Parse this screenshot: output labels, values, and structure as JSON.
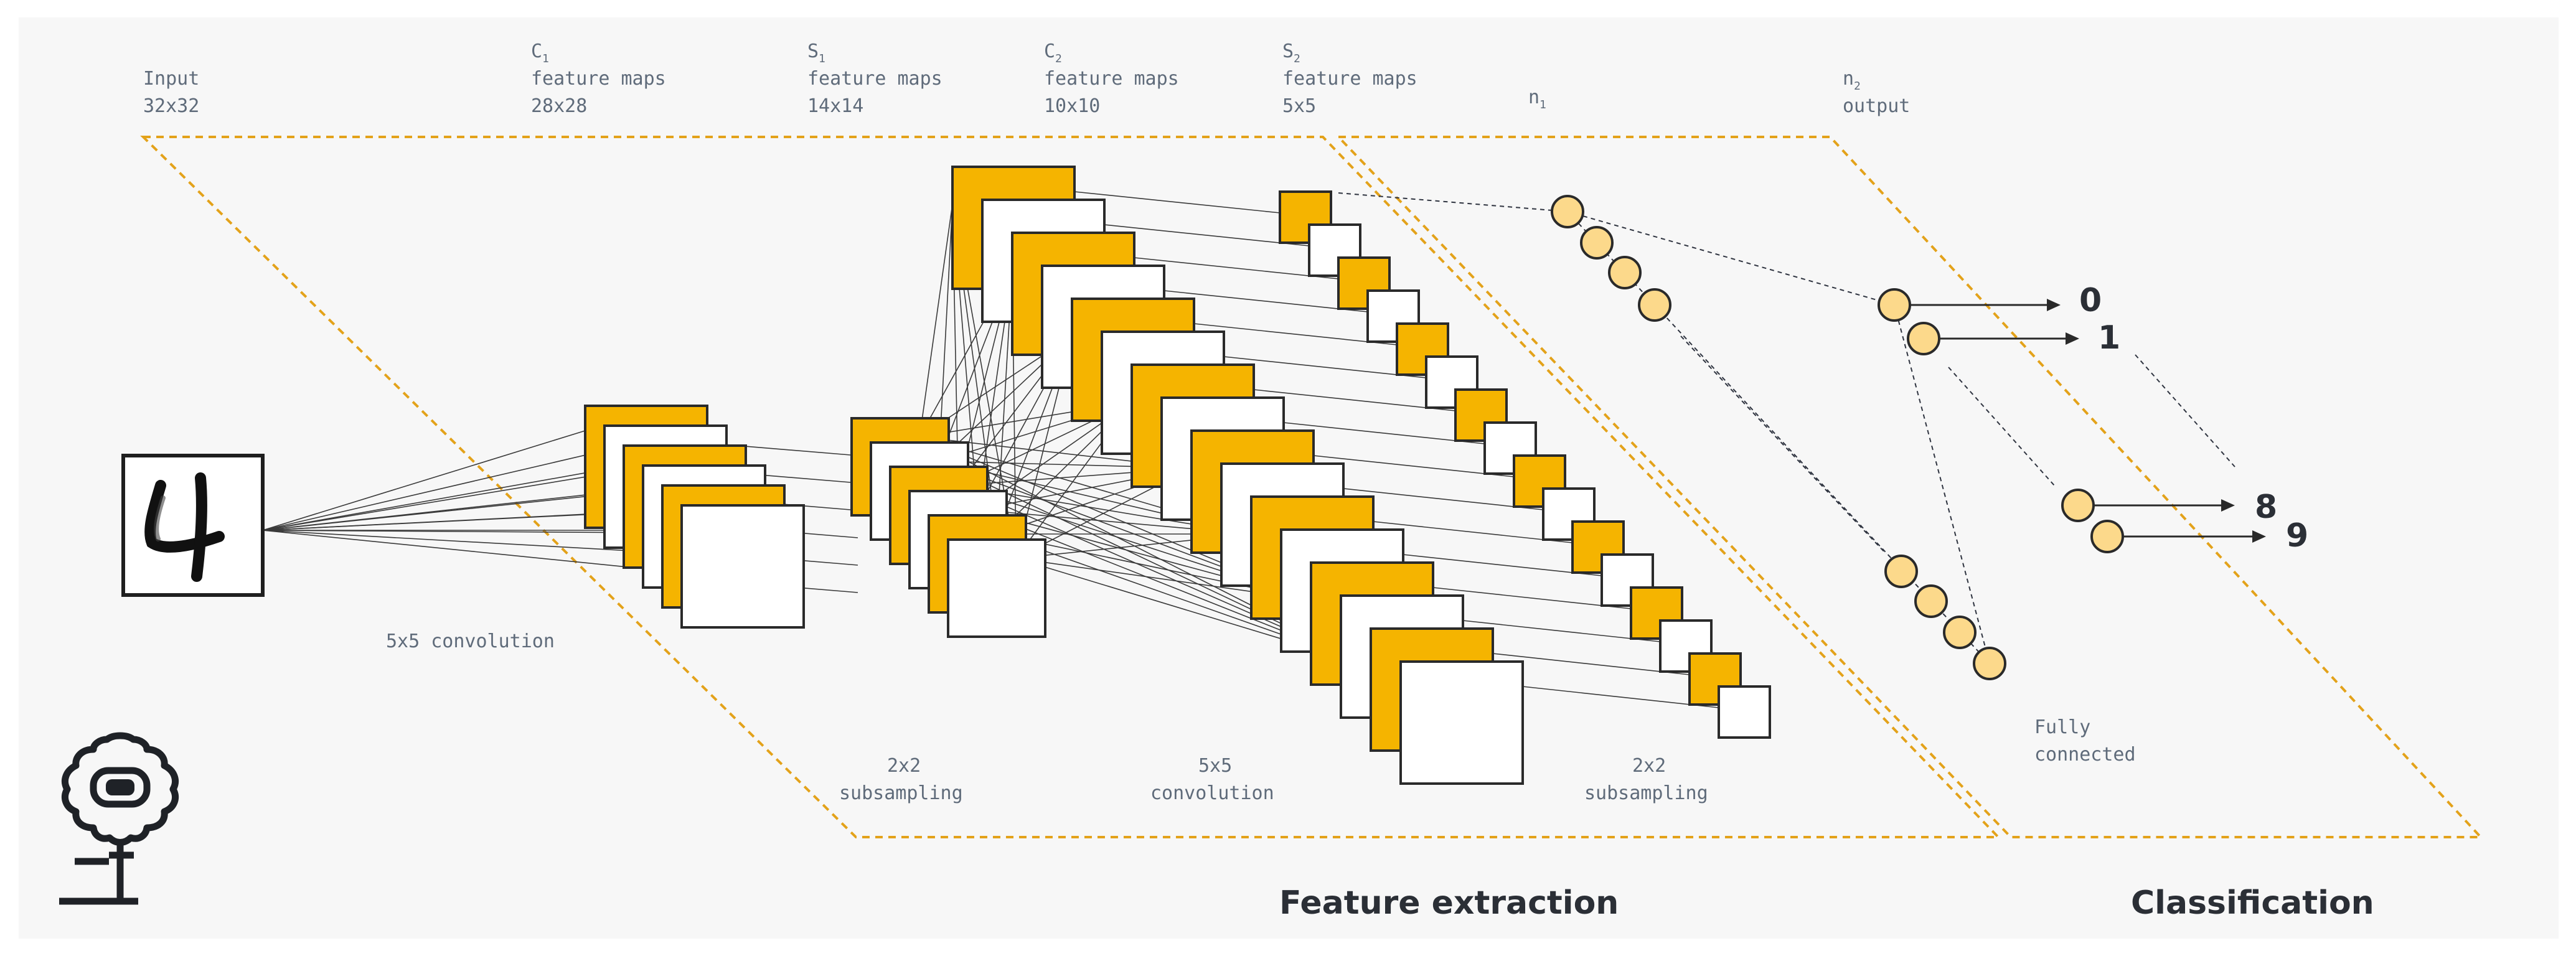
{
  "stage_labels": {
    "input": {
      "line1": "Input",
      "line2": "32x32"
    },
    "c1": {
      "letter": "C",
      "sub": "1",
      "line1": "feature maps",
      "line2": "28x28"
    },
    "s1": {
      "letter": "S",
      "sub": "1",
      "line1": "feature maps",
      "line2": "14x14"
    },
    "c2": {
      "letter": "C",
      "sub": "2",
      "line1": "feature maps",
      "line2": "10x10"
    },
    "s2": {
      "letter": "S",
      "sub": "2",
      "line1": "feature maps",
      "line2": "5x5"
    },
    "n1": {
      "letter": "n",
      "sub": "1"
    },
    "n2": {
      "letter": "n",
      "sub": "2",
      "line1": "output"
    }
  },
  "operation_labels": {
    "conv1": "5x5 convolution",
    "sub1": {
      "line1": "2x2",
      "line2": "subsampling"
    },
    "conv2": {
      "line1": "5x5",
      "line2": "convolution"
    },
    "sub2": {
      "line1": "2x2",
      "line2": "subsampling"
    },
    "fc": {
      "line1": "Fully",
      "line2": "connected"
    }
  },
  "section_labels": {
    "feature_extraction": "Feature extraction",
    "classification": "Classification"
  },
  "outputs": [
    "0",
    "1",
    "8",
    "9"
  ],
  "colors": {
    "accent": "#f5b400",
    "neuron": "#fcd98b",
    "dashed_border": "#e3a21a",
    "background": "#f7f7f7"
  },
  "icons": [
    "handwritten-digit-image",
    "gear-flower-icon"
  ]
}
